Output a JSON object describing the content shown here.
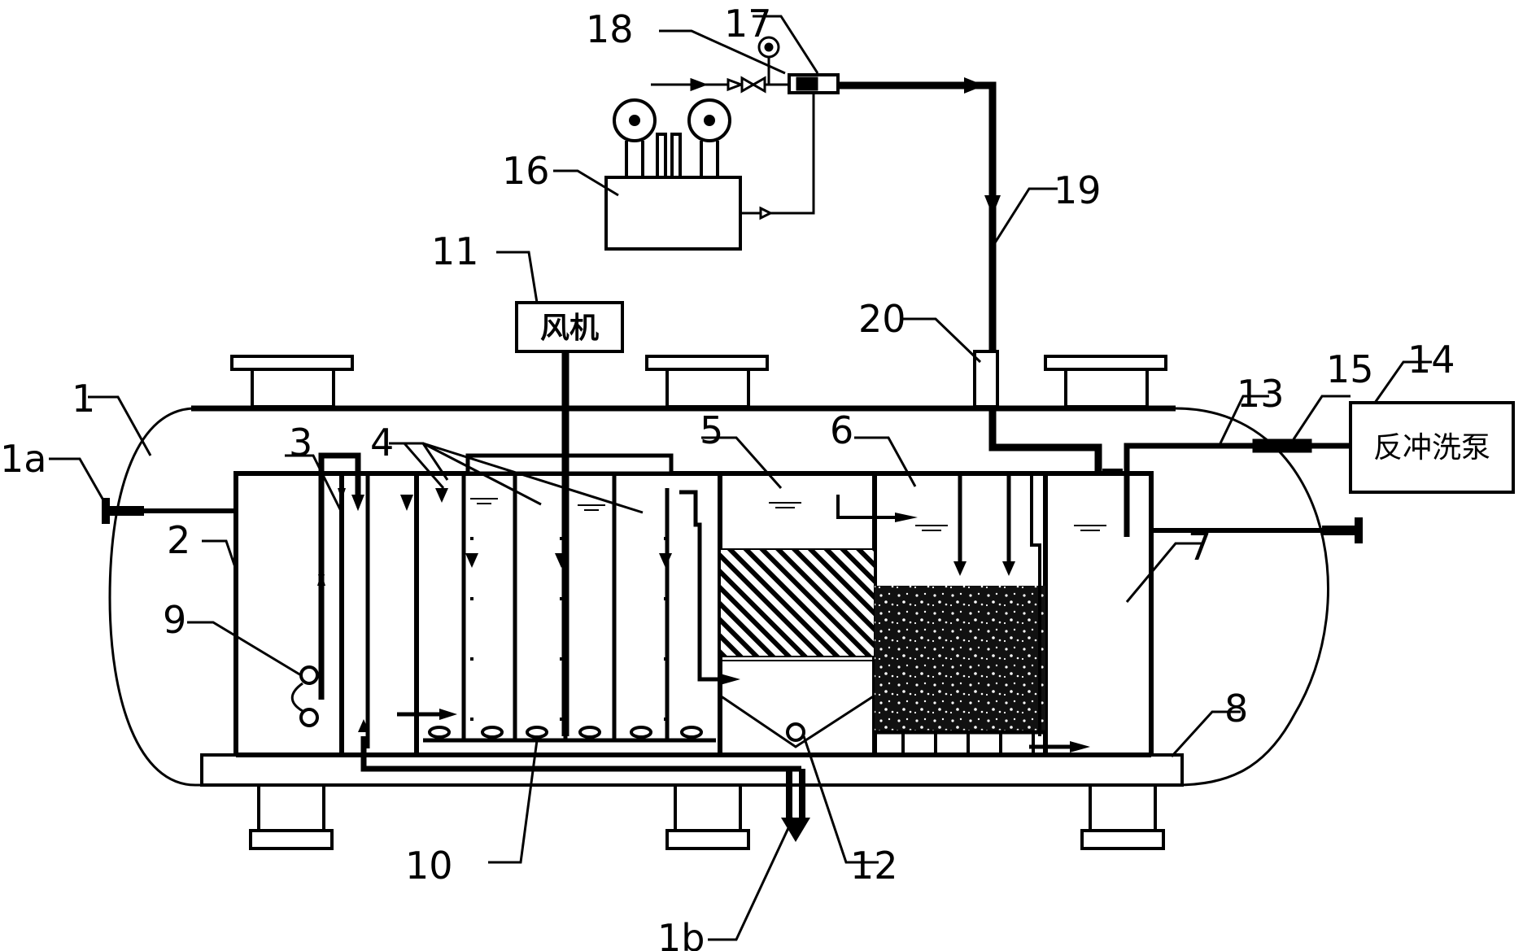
{
  "labels": {
    "l1": "1",
    "l1a": "1a",
    "l1b": "1b",
    "l2": "2",
    "l3": "3",
    "l4": "4",
    "l5": "5",
    "l6": "6",
    "l7": "7",
    "l8": "8",
    "l9": "9",
    "l10": "10",
    "l11": "11",
    "l12": "12",
    "l13": "13",
    "l14": "14",
    "l15": "15",
    "l16": "16",
    "l17": "17",
    "l18": "18",
    "l19": "19",
    "l20": "20"
  },
  "boxes": {
    "blower": "风机",
    "backwash_pump": "反冲洗泵"
  }
}
